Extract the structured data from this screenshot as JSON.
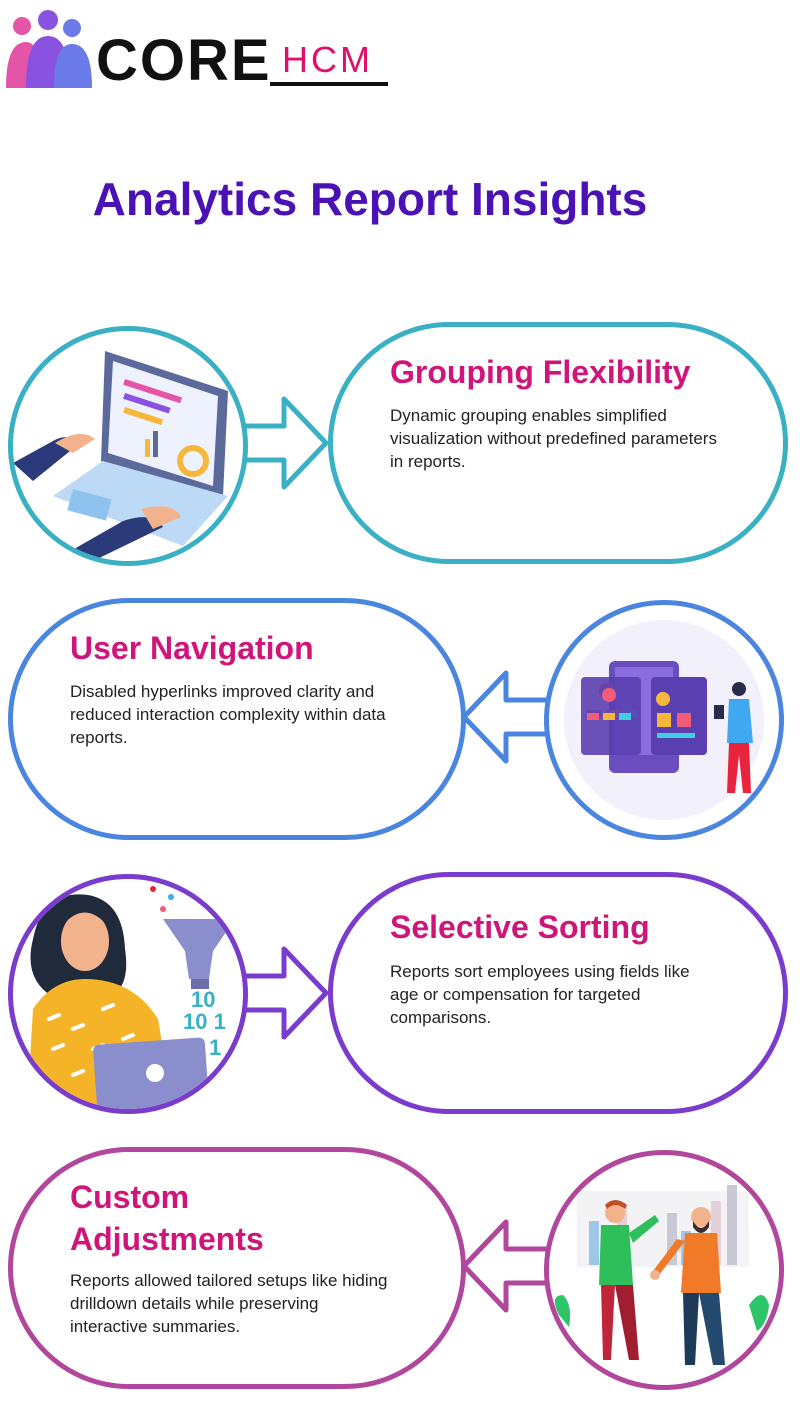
{
  "logo": {
    "word1": "CORE",
    "word2": "HCM"
  },
  "title": "Analytics Report Insights",
  "colors": {
    "title": "#4a12b4",
    "heading": "#d0157a",
    "teal": "#3ab0c4",
    "blue": "#4a86e0",
    "purple": "#7a3ccc",
    "magenta": "#b0479c"
  },
  "sections": [
    {
      "heading": "Grouping Flexibility",
      "text": "Dynamic grouping enables simplified visualization without predefined parameters in reports.",
      "illustration": "laptop-analytics-icon"
    },
    {
      "heading": "User Navigation",
      "text": "Disabled hyperlinks improved clarity and reduced interaction complexity within data reports.",
      "illustration": "ab-screens-icon"
    },
    {
      "heading": "Selective Sorting",
      "text": "Reports sort employees using fields like age or compensation for targeted comparisons.",
      "illustration": "woman-funnel-icon",
      "digits": [
        "10",
        "10 1",
        "1"
      ]
    },
    {
      "heading": "Custom Adjustments",
      "text": "Reports allowed tailored setups like hiding drilldown details while preserving interactive summaries.",
      "illustration": "handshake-icon"
    }
  ]
}
